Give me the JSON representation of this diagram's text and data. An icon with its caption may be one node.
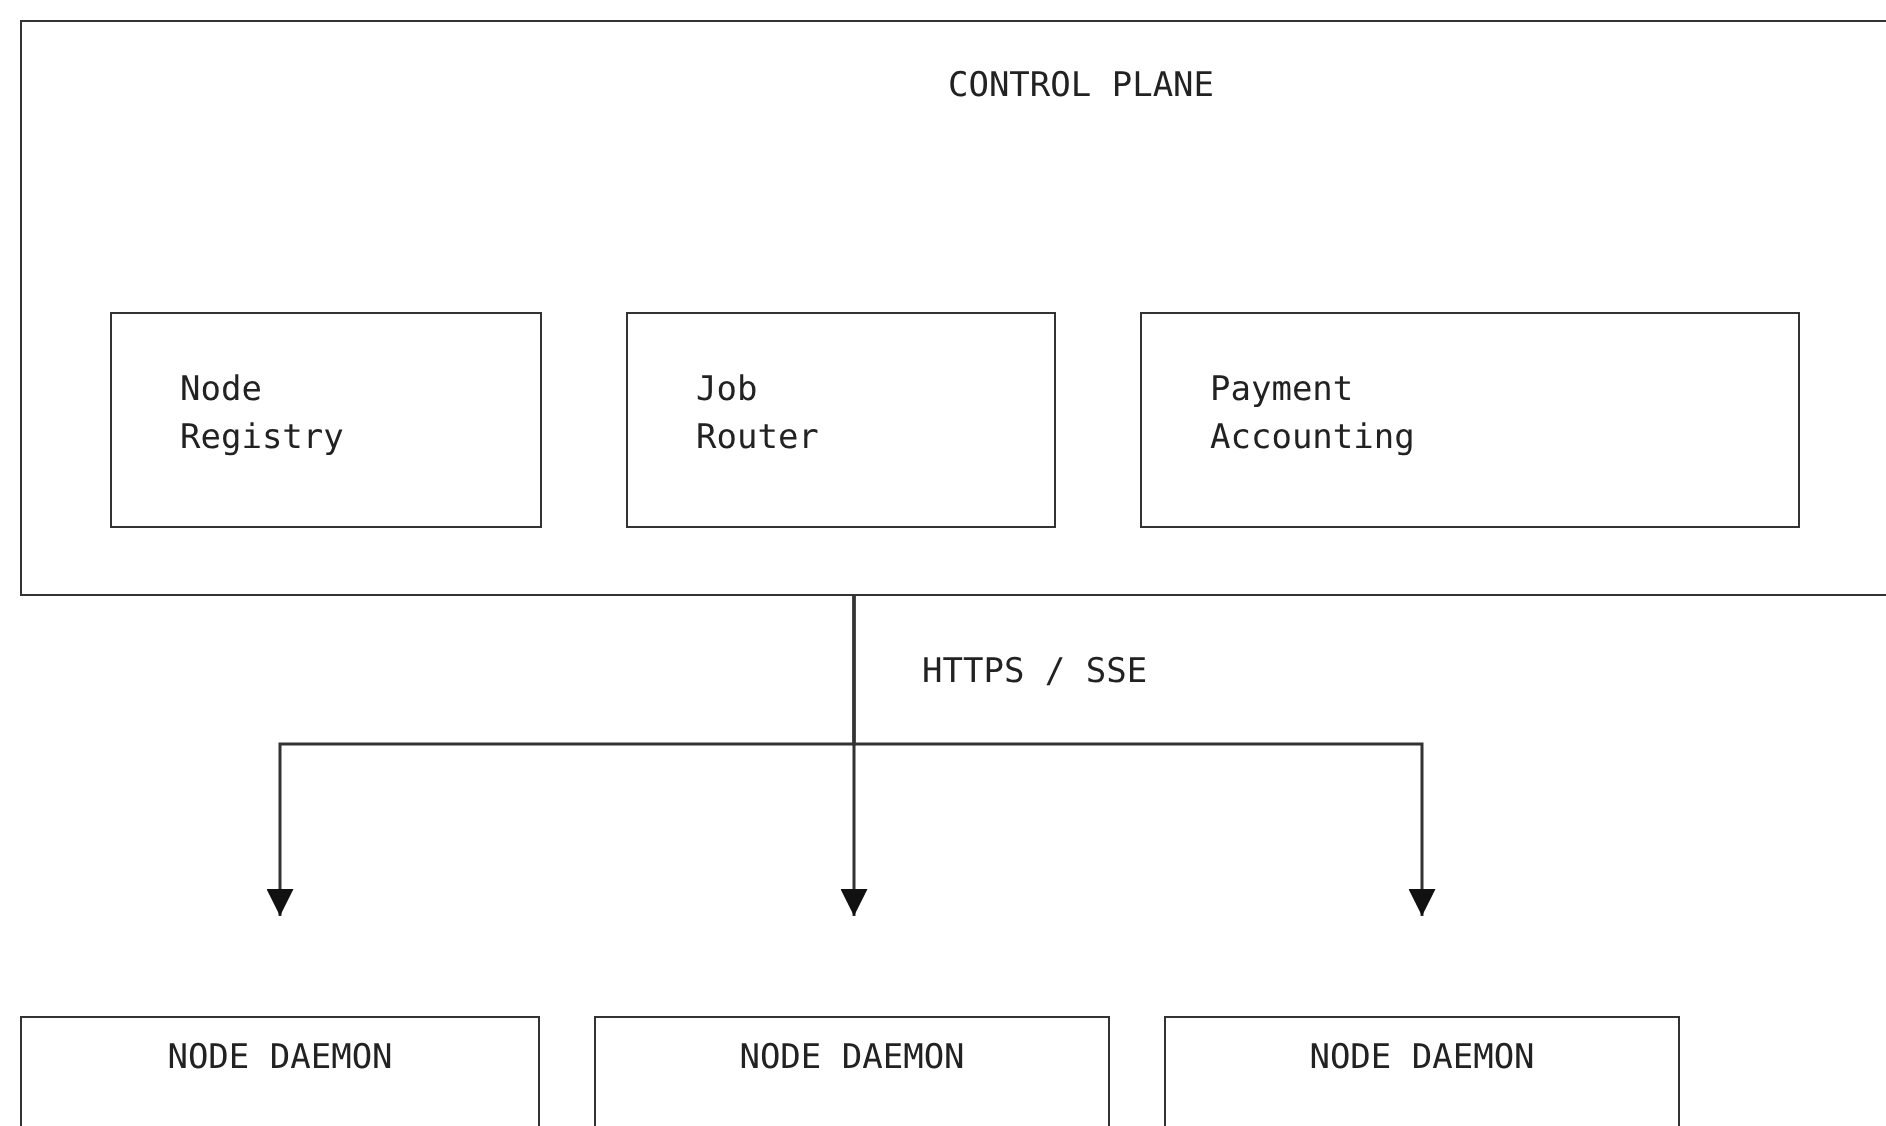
{
  "diagram": {
    "nodes": [
      {
        "text": [
          "CONTROL PLANE"
        ]
      },
      {
        "text": [
          "Node Registry"
        ],
        "in": 0
      },
      {
        "text": [
          "Job Router"
        ],
        "in": 0
      },
      {
        "text": [
          "Payment Accounting"
        ],
        "in": 0
      },
      {
        "text": [
          "NODE DAEMON"
        ]
      },
      {
        "text": [
          "NODE DAEMON"
        ]
      },
      {
        "text": [
          "NODE DAEMON"
        ]
      }
    ],
    "edges": [
      {
        "from": 0,
        "to": 4,
        "arrow": "to"
      },
      {
        "from": 0,
        "to": 5,
        "arrow": "to",
        "label": "HTTPS / SSE"
      },
      {
        "from": 0,
        "to": 6,
        "arrow": "to"
      }
    ]
  }
}
